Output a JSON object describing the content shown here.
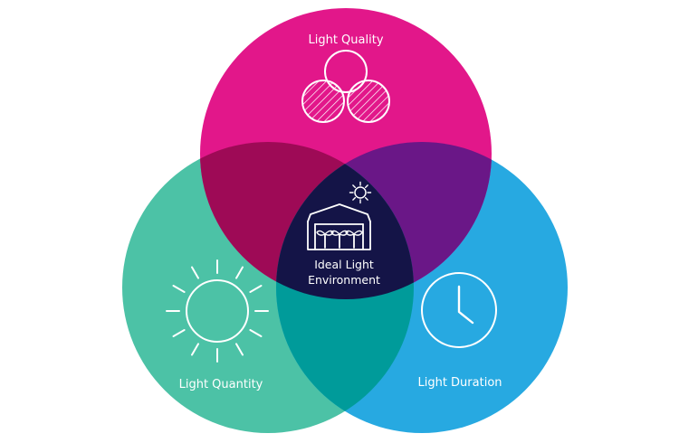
{
  "diagram": {
    "circles": {
      "top": {
        "label": "Light Quality",
        "color": "#e2178a"
      },
      "left": {
        "label": "Light Quantity",
        "color": "#4cc2a6"
      },
      "right": {
        "label": "Light Duration",
        "color": "#27a9e1"
      }
    },
    "overlap_colors": {
      "top_left": "#9e0a56",
      "top_right": "#6a1787",
      "left_right": "#009b9a",
      "center": "#141447"
    },
    "center": {
      "label_line1": "Ideal Light",
      "label_line2": "Environment"
    },
    "icons": {
      "top": "overlapping-circles-icon",
      "left": "sun-icon",
      "right": "clock-icon",
      "center": "greenhouse-icon"
    }
  }
}
